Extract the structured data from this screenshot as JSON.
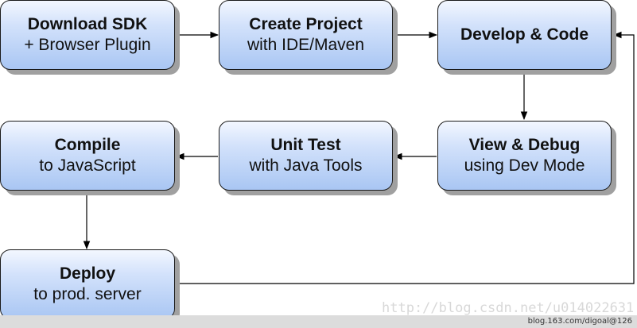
{
  "steps": [
    {
      "id": "download-sdk",
      "title": "Download SDK",
      "subtitle": "+ Browser Plugin"
    },
    {
      "id": "create-project",
      "title": "Create Project",
      "subtitle": "with IDE/Maven"
    },
    {
      "id": "develop-code",
      "title": "Develop & Code",
      "subtitle": ""
    },
    {
      "id": "view-debug",
      "title": "View & Debug",
      "subtitle": "using Dev Mode"
    },
    {
      "id": "unit-test",
      "title": "Unit Test",
      "subtitle": "with Java Tools"
    },
    {
      "id": "compile",
      "title": "Compile",
      "subtitle": "to JavaScript"
    },
    {
      "id": "deploy",
      "title": "Deploy",
      "subtitle": "to prod. server"
    }
  ],
  "watermark": "http://blog.csdn.net/u014022631",
  "footer": "blog.163.com/digoal@126"
}
